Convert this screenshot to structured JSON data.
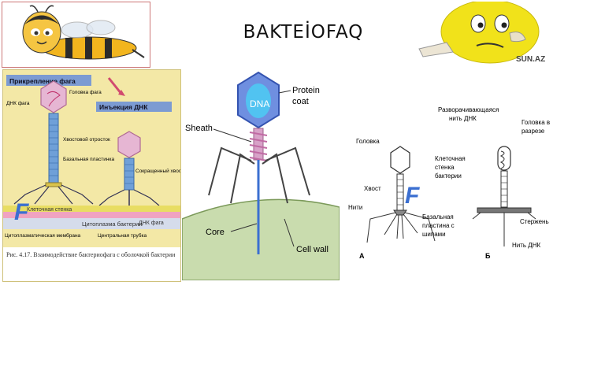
{
  "title": "BAKTEİOFAQ",
  "logo": {
    "text": "SUN.AZ",
    "icon": "sun-az-logo-icon"
  },
  "panel_a": {
    "header_left": "Прикрепление фага",
    "header_right": "Инъекция ДНК",
    "dna_phage": "ДНК фага",
    "phage_head": "Головка фага",
    "tail_sheath": "Хвостовой отросток",
    "base_plate": "Базальная пластинка",
    "contracted_tail": "Сокращенный хвостовой отросток",
    "cell_wall": "Клеточная стенка",
    "phage_dna": "ДНК фага",
    "cytoplasm_membrane": "Цитоплазматическая мембрана",
    "cytoplasm": "Цитоплазма бактерии",
    "central_tube": "Центральная трубка",
    "caption": "Рис. 4.17. Взаимодействие бактериофага с оболочкой бактерии"
  },
  "panel_b": {
    "dna": "DNA",
    "protein_coat_1": "Protein",
    "protein_coat_2": "coat",
    "sheath": "Sheath",
    "core": "Core",
    "cell_wall": "Cell wall"
  },
  "panel_c": {
    "head": "Головка",
    "tail": "Хвост",
    "fibers": "Нити",
    "base_plate_1": "Базальная",
    "base_plate_2": "пластина с",
    "base_plate_3": "шипами",
    "label_a": "А",
    "unwinding_1": "Разворачивающаяся",
    "unwinding_2": "нить ДНК",
    "head_section_1": "Головка в",
    "head_section_2": "разрезе",
    "wall_1": "Клеточная",
    "wall_2": "стенка",
    "wall_3": "бактерии",
    "rod": "Стержень",
    "dna_thread": "Нить ДНК",
    "label_b": "Б"
  },
  "colors": {
    "panel_a_bg": "#f3e8a6",
    "accent_blue": "#3b6fd1",
    "cell_green": "#c9dcae"
  }
}
